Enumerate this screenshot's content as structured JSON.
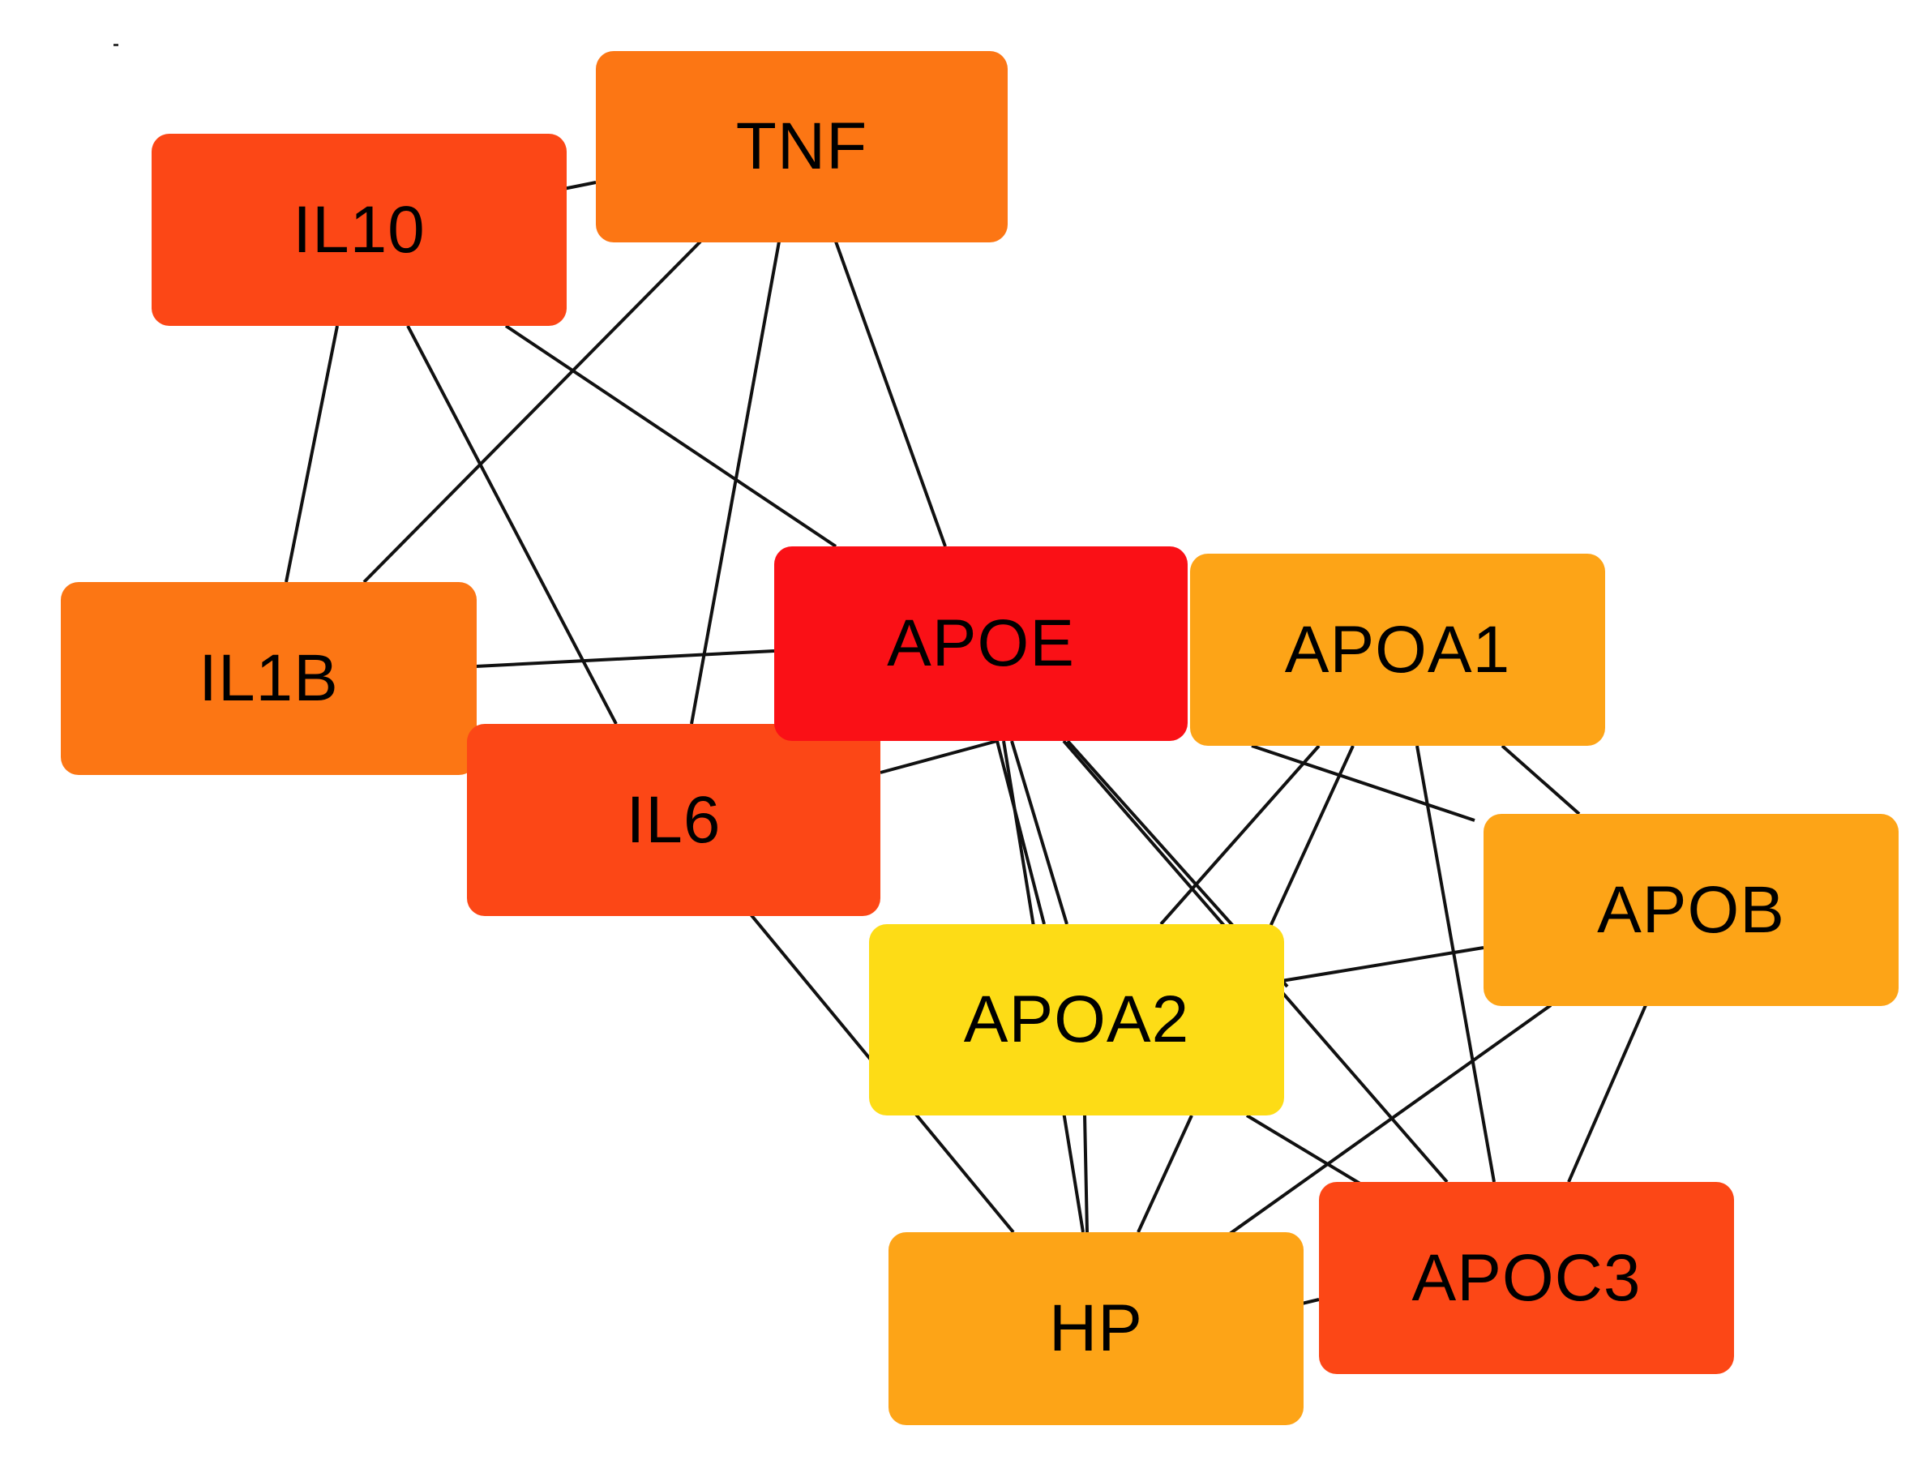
{
  "colors": {
    "background": "#ffffff",
    "edge": "#111111",
    "label": "#000000"
  },
  "nodes": [
    {
      "id": "TNF",
      "label": "TNF",
      "color": "#FC7614"
    },
    {
      "id": "IL10",
      "label": "IL10",
      "color": "#FC4716"
    },
    {
      "id": "IL1B",
      "label": "IL1B",
      "color": "#FC7614"
    },
    {
      "id": "APOE",
      "label": "APOE",
      "color": "#FA1016"
    },
    {
      "id": "APOA1",
      "label": "APOA1",
      "color": "#FDA417"
    },
    {
      "id": "IL6",
      "label": "IL6",
      "color": "#FC4716"
    },
    {
      "id": "APOB",
      "label": "APOB",
      "color": "#FDA417"
    },
    {
      "id": "APOA2",
      "label": "APOA2",
      "color": "#FDDC16"
    },
    {
      "id": "HP",
      "label": "HP",
      "color": "#FDA417"
    },
    {
      "id": "APOC3",
      "label": "APOC3",
      "color": "#FC4716"
    }
  ],
  "edges": [
    [
      "IL10",
      "TNF"
    ],
    [
      "IL10",
      "IL1B"
    ],
    [
      "IL10",
      "IL6"
    ],
    [
      "IL10",
      "APOE"
    ],
    [
      "TNF",
      "IL1B"
    ],
    [
      "TNF",
      "IL6"
    ],
    [
      "TNF",
      "APOE"
    ],
    [
      "IL1B",
      "APOE"
    ],
    [
      "IL6",
      "APOE"
    ],
    [
      "IL6",
      "HP"
    ],
    [
      "APOE",
      "APOA2"
    ],
    [
      "APOE",
      "HP"
    ],
    [
      "APOE",
      "APOC3"
    ],
    [
      "APOA1",
      "APOB"
    ],
    [
      "APOA1",
      "APOA2"
    ],
    [
      "APOA1",
      "HP"
    ],
    [
      "APOA1",
      "APOC3"
    ],
    [
      "APOB",
      "APOA2"
    ],
    [
      "APOB",
      "HP"
    ],
    [
      "APOB",
      "APOC3"
    ],
    [
      "APOA2",
      "HP"
    ],
    [
      "APOA2",
      "APOC3"
    ],
    [
      "HP",
      "APOC3"
    ]
  ]
}
